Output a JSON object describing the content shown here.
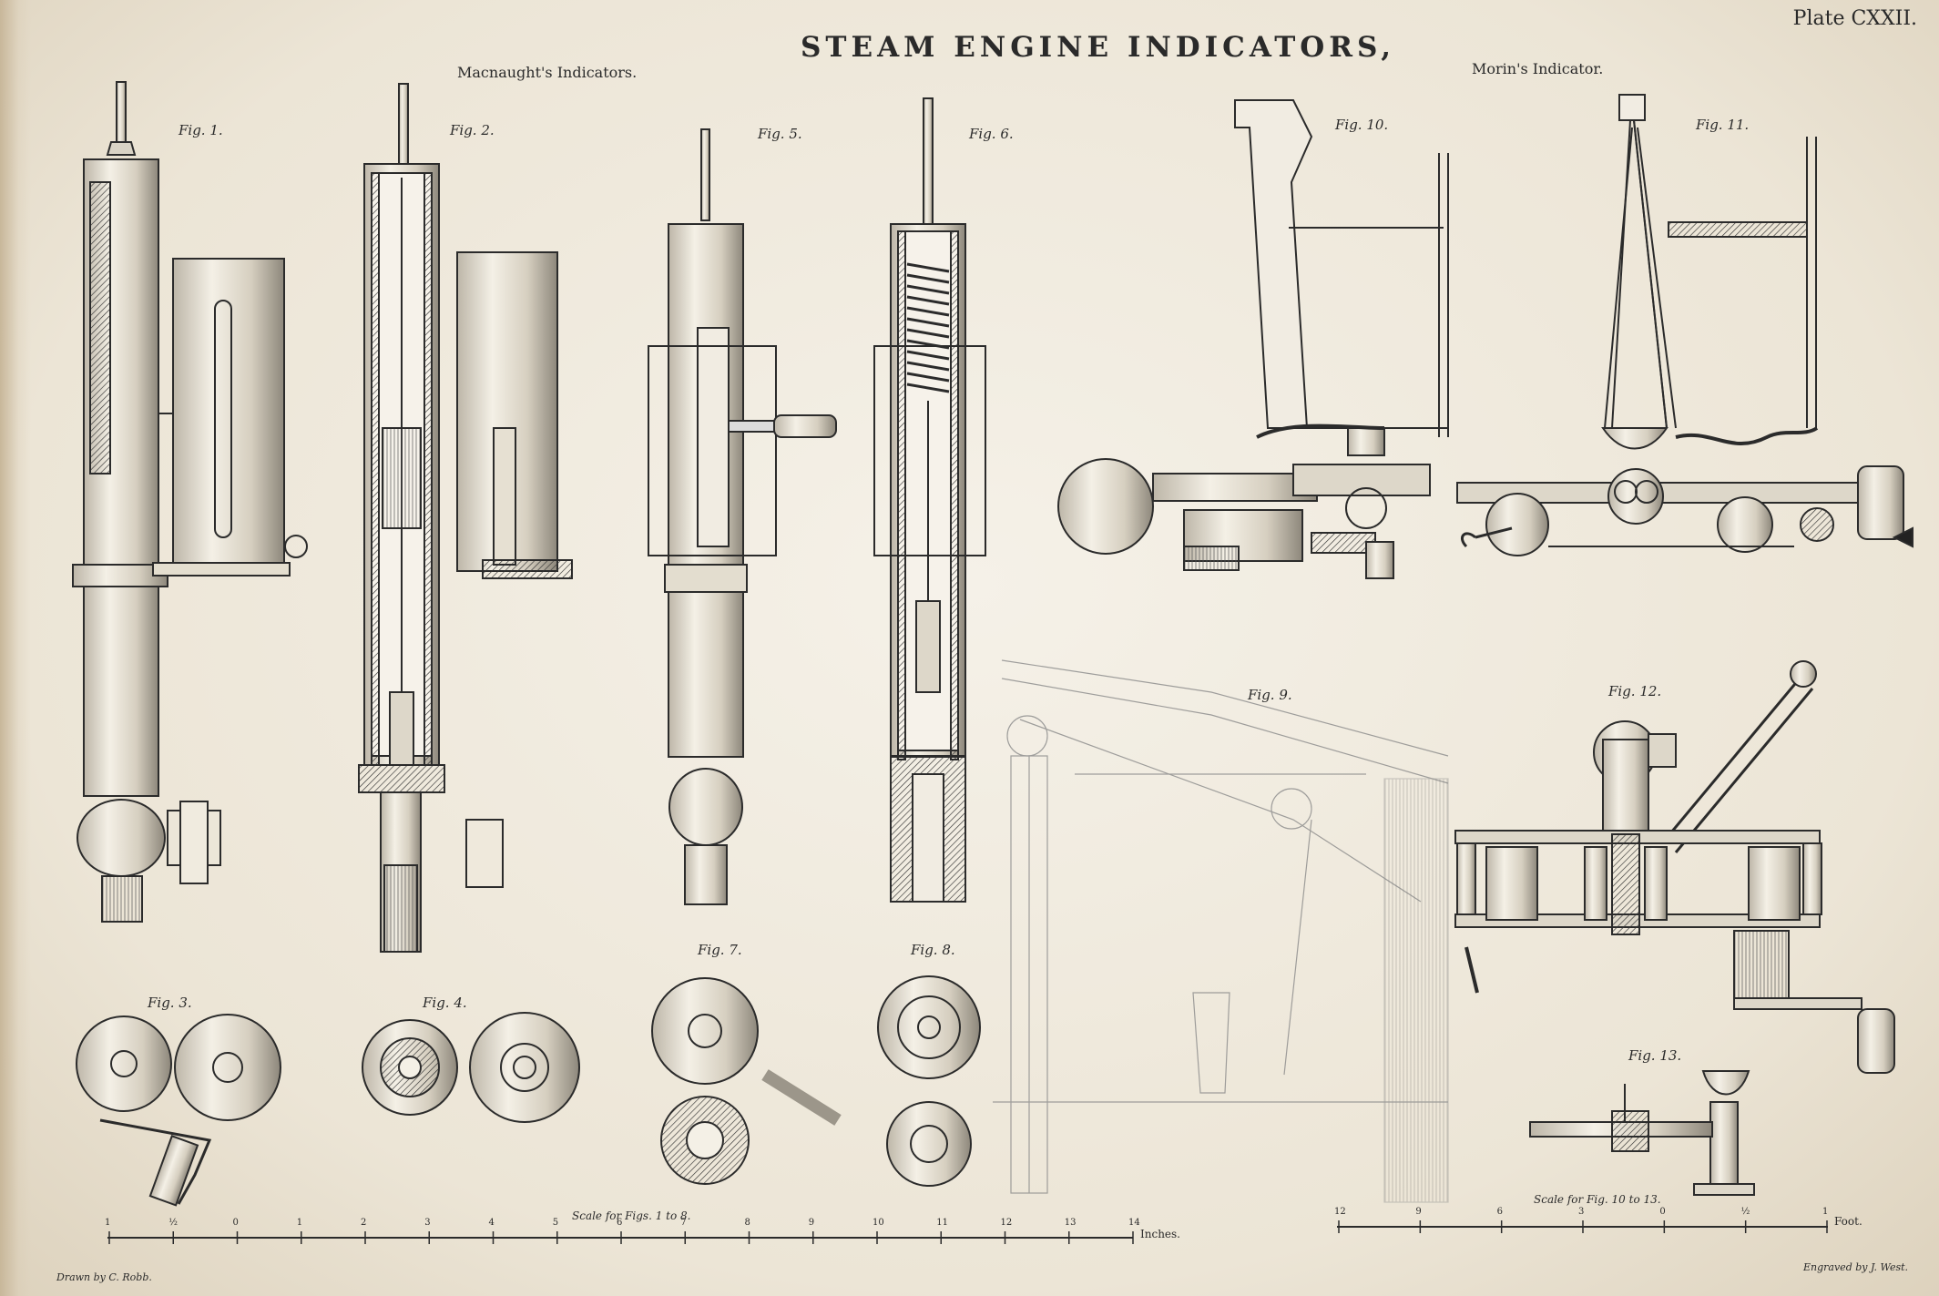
{
  "plate": {
    "title": "STEAM ENGINE INDICATORS,",
    "number": "Plate CXXII.",
    "sections": {
      "macnaught": "Macnaught's Indicators.",
      "morin": "Morin's Indicator."
    },
    "figures": {
      "fig1": "Fig. 1.",
      "fig2": "Fig. 2.",
      "fig3": "Fig. 3.",
      "fig4": "Fig. 4.",
      "fig5": "Fig. 5.",
      "fig6": "Fig. 6.",
      "fig7": "Fig. 7.",
      "fig8": "Fig. 8.",
      "fig9": "Fig. 9.",
      "fig10": "Fig. 10.",
      "fig11": "Fig. 11.",
      "fig12": "Fig. 12.",
      "fig13": "Fig. 13."
    },
    "scales": {
      "left_caption": "Scale for Figs. 1 to 8.",
      "left_unit": "Inches.",
      "left_ticks": [
        "1",
        "½",
        "0",
        "1",
        "2",
        "3",
        "4",
        "5",
        "6",
        "7",
        "8",
        "9",
        "10",
        "11",
        "12",
        "13",
        "14"
      ],
      "right_caption": "Scale for Fig. 10 to 13.",
      "right_unit": "Foot.",
      "right_ticks": [
        "12",
        "9",
        "6",
        "3",
        "0",
        "½",
        "1"
      ]
    },
    "credits": {
      "drawn": "Drawn by C. Robb.",
      "engraved": "Engraved by J. West."
    }
  }
}
